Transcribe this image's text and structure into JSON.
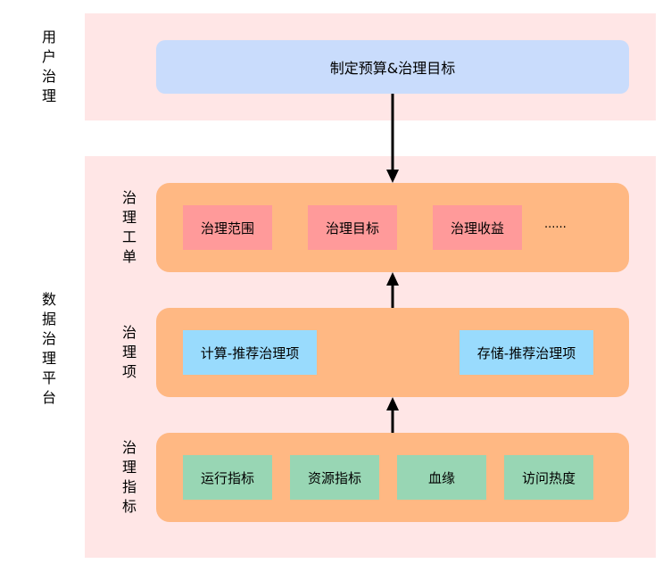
{
  "user_governance": {
    "label": [
      "用",
      "户",
      "治",
      "理"
    ],
    "box_text": "制定预算&治理目标"
  },
  "platform": {
    "label": [
      "数",
      "据",
      "治",
      "理",
      "平",
      "台"
    ],
    "layers": [
      {
        "label": [
          "治",
          "理",
          "工",
          "单"
        ],
        "items": [
          "治理范围",
          "治理目标",
          "治理收益"
        ],
        "more": "......"
      },
      {
        "label": [
          "治",
          "理",
          "项"
        ],
        "items": [
          "计算-推荐治理项",
          "存储-推荐治理项"
        ]
      },
      {
        "label": [
          "治",
          "理",
          "指",
          "标"
        ],
        "items": [
          "运行指标",
          "资源指标",
          "血缘",
          "访问热度"
        ]
      }
    ]
  },
  "colors": {
    "band": "#ffe6e6",
    "goal_box": "#c9dcfc",
    "layer": "#ffb883",
    "ticket_item": "#ff9a9a",
    "governance_item": "#99dbfd",
    "metric_item": "#98d6b4",
    "arrow": "#000000"
  }
}
